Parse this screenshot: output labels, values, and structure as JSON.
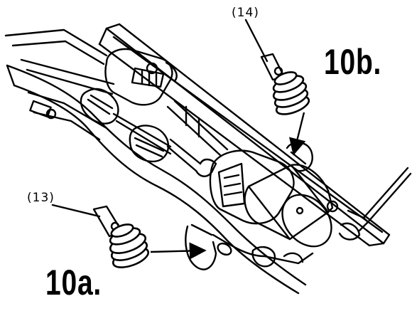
{
  "labels": {
    "part_14": "(14)",
    "part_13": "(13)",
    "step_10b": "10b.",
    "step_10a": "10a."
  },
  "colors": {
    "ink": "#000000",
    "paper": "#ffffff"
  }
}
